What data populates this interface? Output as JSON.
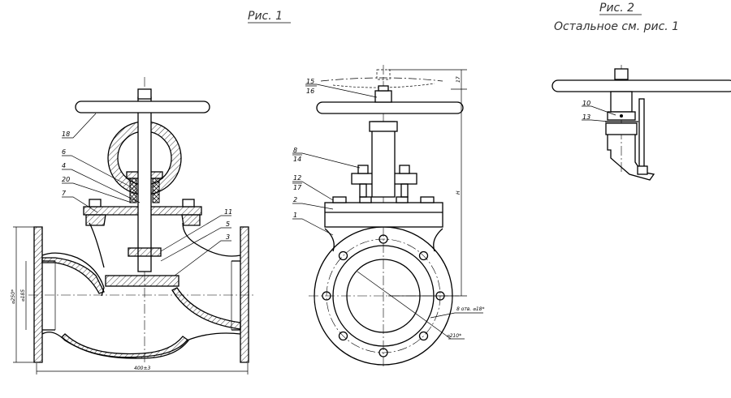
{
  "figure1": {
    "title": "Рис. 1",
    "side_labels": [
      "18",
      "6",
      "4",
      "20",
      "7",
      "11",
      "5",
      "3"
    ],
    "dims": {
      "length": "400±3",
      "flange_dia": "⌀250*",
      "bore_dia": "⌀185"
    },
    "front_labels": {
      "l15": "15",
      "l16": "16",
      "l8": "8",
      "l14": "14",
      "l12": "12",
      "l17": "17",
      "l2": "2",
      "l1": "1"
    },
    "front_dims": {
      "holes": "8 отв. ⌀18*",
      "bolt_circle": "⌀210*",
      "height": "H",
      "lift": "17"
    }
  },
  "figure2": {
    "title": "Рис. 2",
    "subtitle": "Остальное см. рис. 1",
    "labels": {
      "l10": "10",
      "l13": "13"
    }
  }
}
